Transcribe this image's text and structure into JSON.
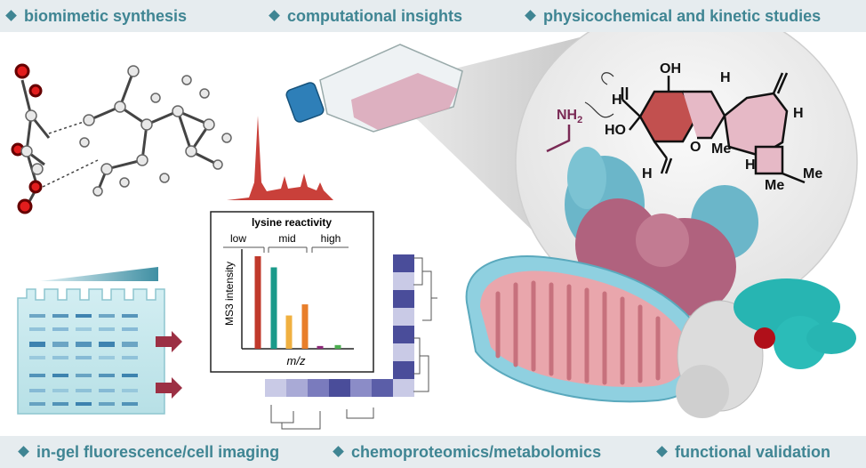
{
  "top_labels": [
    "biomimetic synthesis",
    "computational insights",
    "physicochemical and kinetic studies"
  ],
  "bottom_labels": [
    "in-gel fluorescence/cell imaging",
    "chemoproteomics/metabolomics",
    "functional validation"
  ],
  "structure": {
    "oh_top": "OH",
    "oh_left": "HO",
    "h_ald1": "H",
    "h_ald2": "H",
    "o_ring": "O",
    "me1": "Me",
    "h1": "H",
    "h2": "H",
    "h3": "H",
    "me2": "Me",
    "me3": "Me",
    "amine": "NH",
    "amine_sub": "2"
  },
  "chart_data": {
    "type": "bar",
    "title": "lysine reactivity",
    "groups": [
      "low",
      "mid",
      "high"
    ],
    "ylabel": "MS3 intensity",
    "xlabel": "m/z",
    "values": [
      1.0,
      0.88,
      0.36,
      0.48,
      0.03,
      0.04
    ],
    "colors": [
      "#c0392b",
      "#1a9a8a",
      "#f0b040",
      "#e87e2a",
      "#8e2a7a",
      "#4caf50"
    ]
  },
  "colors": {
    "band": "#e6ecef",
    "label": "#3f8593"
  }
}
